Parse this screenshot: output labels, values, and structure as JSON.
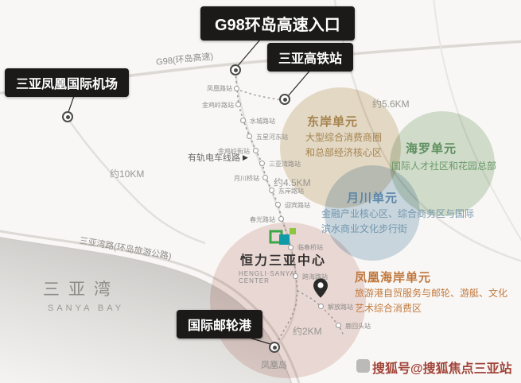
{
  "landmarks": {
    "g98_entrance": "G98环岛高速入口",
    "hsr_station": "三亚高铁站",
    "airport": "三亚凤凰国际机场",
    "cruise_port": "国际邮轮港",
    "island": "凤凰岛"
  },
  "units": {
    "east": {
      "title": "东岸单元",
      "desc": "大型综合消费商圈和总部经济核心区",
      "color": "#a5834e"
    },
    "hailuo": {
      "title": "海罗单元",
      "desc": "国际人才社区和花园总部",
      "color": "#5e8f5e"
    },
    "yuechuan": {
      "title": "月川单元",
      "desc": "金融产业核心区、综合商务区与国际滨水商业文化步行街",
      "color": "#5d86a8"
    },
    "phoenix": {
      "title": "凤凰海岸单元",
      "desc": "旅游港自贸服务与邮轮、游艇、文化艺术综合消费区",
      "color": "#c0763a"
    }
  },
  "distances": {
    "east": "约5.6KM",
    "airport": "约10KM",
    "center": "约4.5KM",
    "cruise": "约2KM"
  },
  "roads": {
    "g98": "G98(环岛高速)",
    "bay_road": "三亚湾路(环岛旅游公路)",
    "tram": "有轨电车线路",
    "tram_arrow": "▶"
  },
  "bay": {
    "cn": "三亚湾",
    "en": "SANYA BAY"
  },
  "logo": {
    "cn": "恒力三亚中心",
    "en": "HENGLI·SANYA CENTER"
  },
  "stations": [
    {
      "name": "凤凰路站"
    },
    {
      "name": "金鸡岭路站"
    },
    {
      "name": "水城路站"
    },
    {
      "name": "五星河东站"
    },
    {
      "name": "金鸡岭街站"
    },
    {
      "name": "三亚湾路站"
    },
    {
      "name": "月川桥站"
    },
    {
      "name": "东岸路站"
    },
    {
      "name": "迎宾路站"
    },
    {
      "name": "春光路站"
    },
    {
      "name": "临春桥站"
    },
    {
      "name": "跨海路站"
    },
    {
      "name": "解放路站"
    },
    {
      "name": "鹿回头站"
    }
  ],
  "watermark": "搜狐号@搜狐焦点三亚站"
}
